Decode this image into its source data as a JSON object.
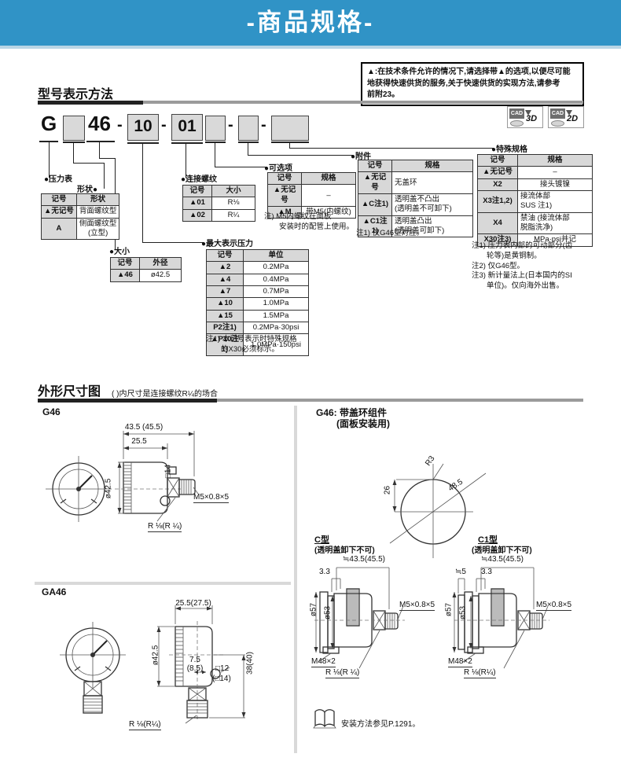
{
  "banner": {
    "title": "-商品规格-"
  },
  "notice": {
    "text": "▲:在技术条件允许的情况下,请选择带▲的选项,以便尽可能\n地获得快速供货的服务,关于快速供货的实现方法,请参考\n前附23。"
  },
  "cad_icons": {
    "cad": "CAD",
    "d3": "3D",
    "d2": "2D"
  },
  "model": {
    "heading": "型号表示方法",
    "code": {
      "g": "G",
      "s46": "46",
      "dash": "-",
      "b10": "10",
      "b01": "01"
    },
    "pointers": {
      "gauge": "●压力表",
      "shape": "形状●",
      "size": "●大小",
      "pressure": "●最大表示压力",
      "thread": "●连接螺纹",
      "option": "●可选项",
      "accessory": "●附件",
      "special": "●特殊规格"
    },
    "shape_table": {
      "headers": [
        "记号",
        "形状"
      ],
      "rows": [
        [
          "▲无记号",
          "背面螺纹型"
        ],
        [
          "A",
          "侧面螺纹型\n(立型)"
        ]
      ]
    },
    "size_table": {
      "headers": [
        "记号",
        "外径"
      ],
      "rows": [
        [
          "▲46",
          "ø42.5"
        ]
      ]
    },
    "thread_table": {
      "headers": [
        "记号",
        "大小"
      ],
      "rows": [
        [
          "▲01",
          "R⅛"
        ],
        [
          "▲02",
          "R¼"
        ]
      ]
    },
    "pressure_table": {
      "headers": [
        "记号",
        "单位"
      ],
      "rows": [
        [
          "▲2",
          "0.2MPa"
        ],
        [
          "▲4",
          "0.4MPa"
        ],
        [
          "▲7",
          "0.7MPa"
        ],
        [
          "▲10",
          "1.0MPa"
        ],
        [
          "▲15",
          "1.5MPa"
        ],
        [
          "P2注1)",
          "0.2MPa·30psi"
        ],
        [
          "▲P10注1)",
          "1.0MPa·150psi"
        ]
      ]
    },
    "pressure_note": "注1) 本记号表示时特殊规格\n　　的X30必须标示。",
    "option_table": {
      "headers": [
        "记号",
        "规格"
      ],
      "rows": [
        [
          "▲无记号",
          "–"
        ],
        [
          "▲M",
          "带M5(内螺纹)"
        ]
      ]
    },
    "option_note": "注) M5内螺纹在面板\n　　安装时的配管上使用。",
    "accessory_table": {
      "headers": [
        "记号",
        "规格"
      ],
      "rows": [
        [
          "▲无记号",
          "无盖环"
        ],
        [
          "▲C注1)",
          "透明盖不凸出\n(透明盖不可卸下)"
        ],
        [
          "▲C1注1)",
          "透明盖凸出\n(透明盖可卸下)"
        ]
      ]
    },
    "accessory_note": "注1) 仅G46型对应。",
    "special_table": {
      "headers": [
        "记号",
        "规格"
      ],
      "rows": [
        [
          "▲无记号",
          "–"
        ],
        [
          "X2",
          "接头镀镍"
        ],
        [
          "X3注1,2)",
          "接流体部\nSUS 注1)"
        ],
        [
          "X4",
          "禁油 (接流体部\n脱脂洗净)"
        ],
        [
          "X30注3)",
          "MPa·psi并记"
        ]
      ]
    },
    "special_note": "注1) 压力表内部的可动部分(齿\n　　轮等)是黄铜制。\n注2) 仅G46型。\n注3) 新计量法上(日本国内的SI\n　　单位)。仅向海外出售。"
  },
  "dims": {
    "heading": "外形尺寸图",
    "heading_note": "( )内尺寸是连接螺纹R¼的场合",
    "g46": {
      "label": "G46",
      "d1": "43.5 (45.5)",
      "d2": "25.5",
      "d3": "ø42.5",
      "d4": "□14",
      "d5": "M5×0.8×5",
      "d6": "R ⅛(R ¼)"
    },
    "ga46": {
      "label": "GA46",
      "d1": "25.5(27.5)",
      "d2": "ø42.5",
      "d3": "7.5\n(8.5)",
      "d4": "□12",
      "d5": "(□14)",
      "d6": "38(40)",
      "d7": "R ⅛(R¼)"
    },
    "panel": {
      "title1": "G46: 带盖环组件",
      "title2": "(面板安装用)",
      "r3": "R3",
      "d26": "26",
      "d485": "48.5"
    },
    "c": {
      "title": "C型",
      "subtitle": "(透明盖卸下不可)",
      "d1": "≒43.5(45.5)",
      "d2": "3.3",
      "d57": "ø57",
      "d53": "ø53",
      "m5": "M5×0.8×5",
      "m48": "M48×2",
      "r": "R ⅛(R ¼)"
    },
    "c1": {
      "title": "C1型",
      "subtitle": "(透明盖卸下不可)",
      "d1": "≒43.5(45.5)",
      "d0": "≒5",
      "d2": "3.3",
      "d57": "ø57",
      "d53": "ø53",
      "m5": "M5×0.8×5",
      "m48": "M48×2",
      "r": "R ⅛(R¼)"
    },
    "mount_note": "安装方法参见P.1291。"
  }
}
